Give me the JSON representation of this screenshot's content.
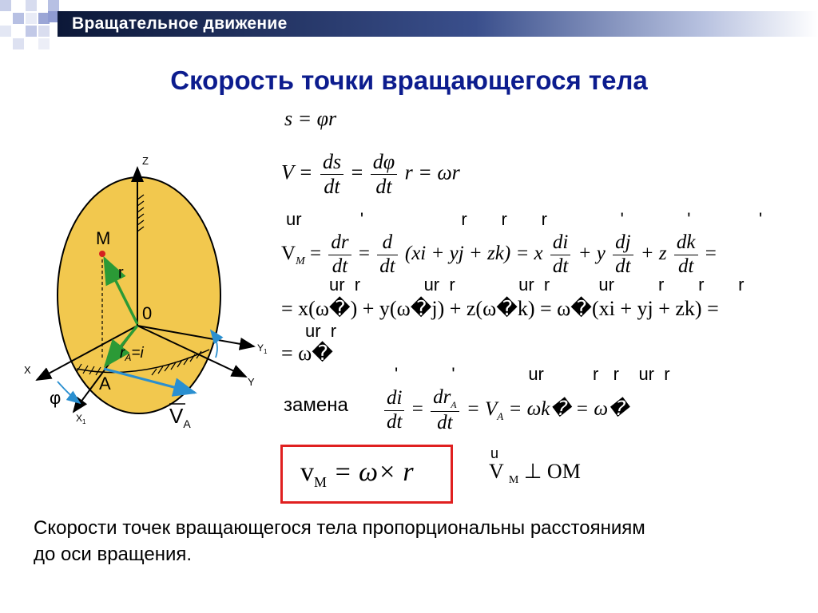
{
  "header": {
    "title": "Вращательное движение"
  },
  "slide": {
    "title": "Скорость точки вращающегося тела"
  },
  "equations": {
    "s_eq": "s = φr",
    "v_lhs": "V =",
    "ds": "ds",
    "dt": "dt",
    "dphi": "dφ",
    "v_rhs": "r = ωr",
    "row3_lhs": "V",
    "row3_sub": "M",
    "row4": "= x(ω�) + y(ω�j) + z(ω�k) = ω�(xi + yj + zk) =",
    "row5": "= ω�",
    "zamena": "замена",
    "zamena_rhs": "= V",
    "zamena_rhs2": "= ωk� = ω�",
    "boxed_v": "v",
    "boxed_sub": "M",
    "boxed_rhs": "= ω× r",
    "perp_v": "V",
    "perp_sub": "M",
    "perp_rhs": "⊥ OM"
  },
  "diagram": {
    "z": "Z",
    "y": "Y",
    "y1": "Y",
    "y1_sub": "1",
    "x": "X",
    "x1": "X",
    "x1_sub": "1",
    "m": "M",
    "r": "r",
    "o": "0",
    "a": "A",
    "ra": "r",
    "ra_sub": "A",
    "ra_eq": "=i",
    "phi": "φ",
    "va": "V",
    "va_sub": "A"
  },
  "conclusion": {
    "line1": "Скорости точек вращающегося тела пропорциональны расстояниям",
    "line2": "до оси вращения."
  },
  "colors": {
    "header_dark": "#0c1838",
    "title_blue": "#0c1c8e",
    "body_yellow": "#f2c84e",
    "vector_green": "#2b9a36",
    "vector_blue": "#2a8fd0",
    "box_red": "#e02020",
    "deco_blue": "#9ba6d6"
  }
}
